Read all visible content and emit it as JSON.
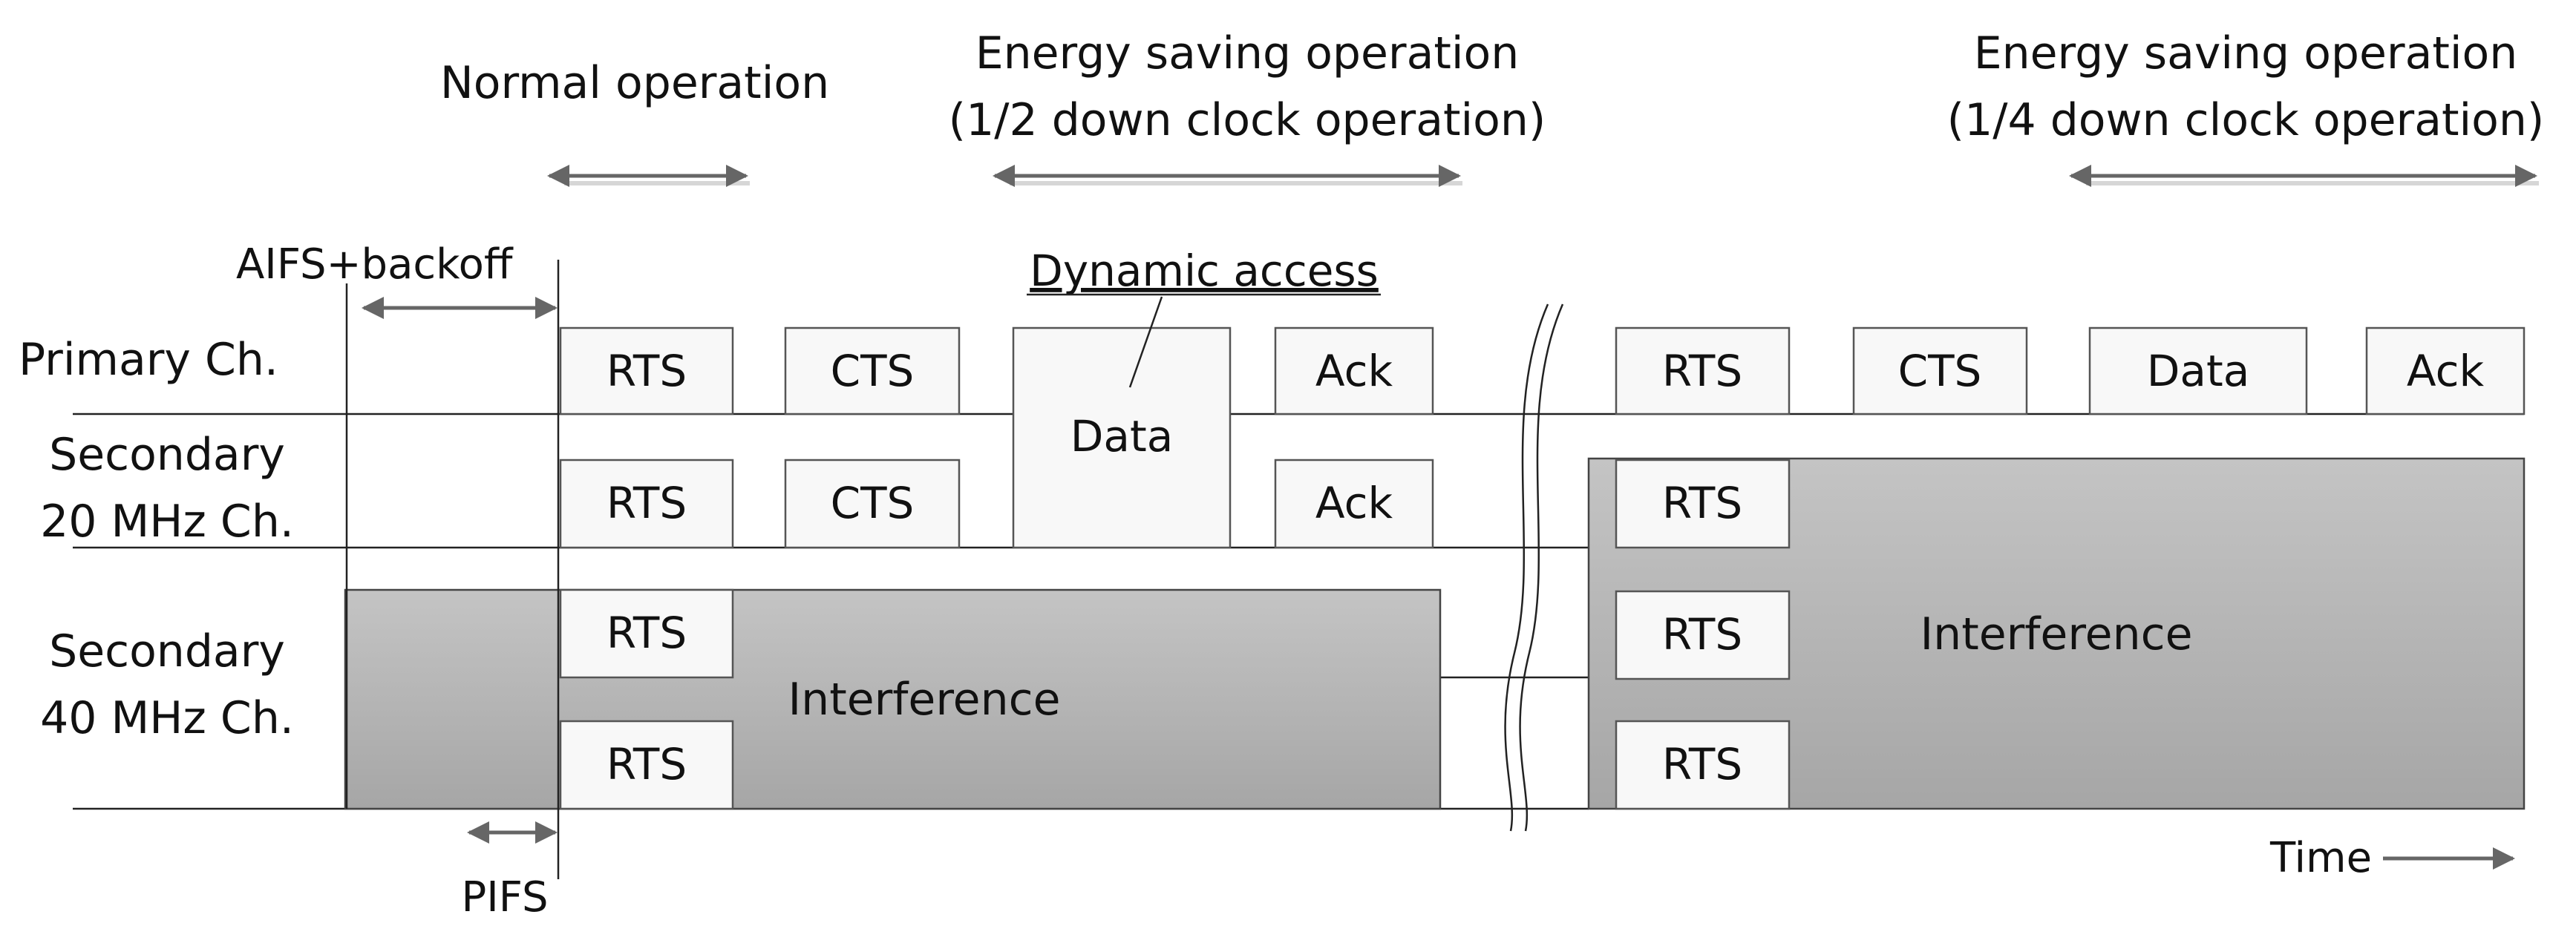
{
  "headers": {
    "normal": "Normal operation",
    "energy_half_line1": "Energy saving operation",
    "energy_half_line2": "(1/2 down clock operation)",
    "energy_quarter_line1": "Energy saving operation",
    "energy_quarter_line2": "(1/4 down clock operation)"
  },
  "channels": {
    "primary": "Primary Ch.",
    "secondary20_line1": "Secondary",
    "secondary20_line2": "20 MHz Ch.",
    "secondary40_line1": "Secondary",
    "secondary40_line2": "40 MHz Ch."
  },
  "timing": {
    "aifs_backoff": "AIFS+backoff",
    "pifs": "PIFS",
    "dynamic_access": "Dynamic access",
    "time": "Time"
  },
  "frames": {
    "rts": "RTS",
    "cts": "CTS",
    "data": "Data",
    "ack": "Ack",
    "interference": "Interference"
  },
  "colors": {
    "interference_top": "#c4c4c4",
    "interference_bottom": "#a6a6a6",
    "frame_fill": "#f8f8f8",
    "arrow": "#666666"
  }
}
